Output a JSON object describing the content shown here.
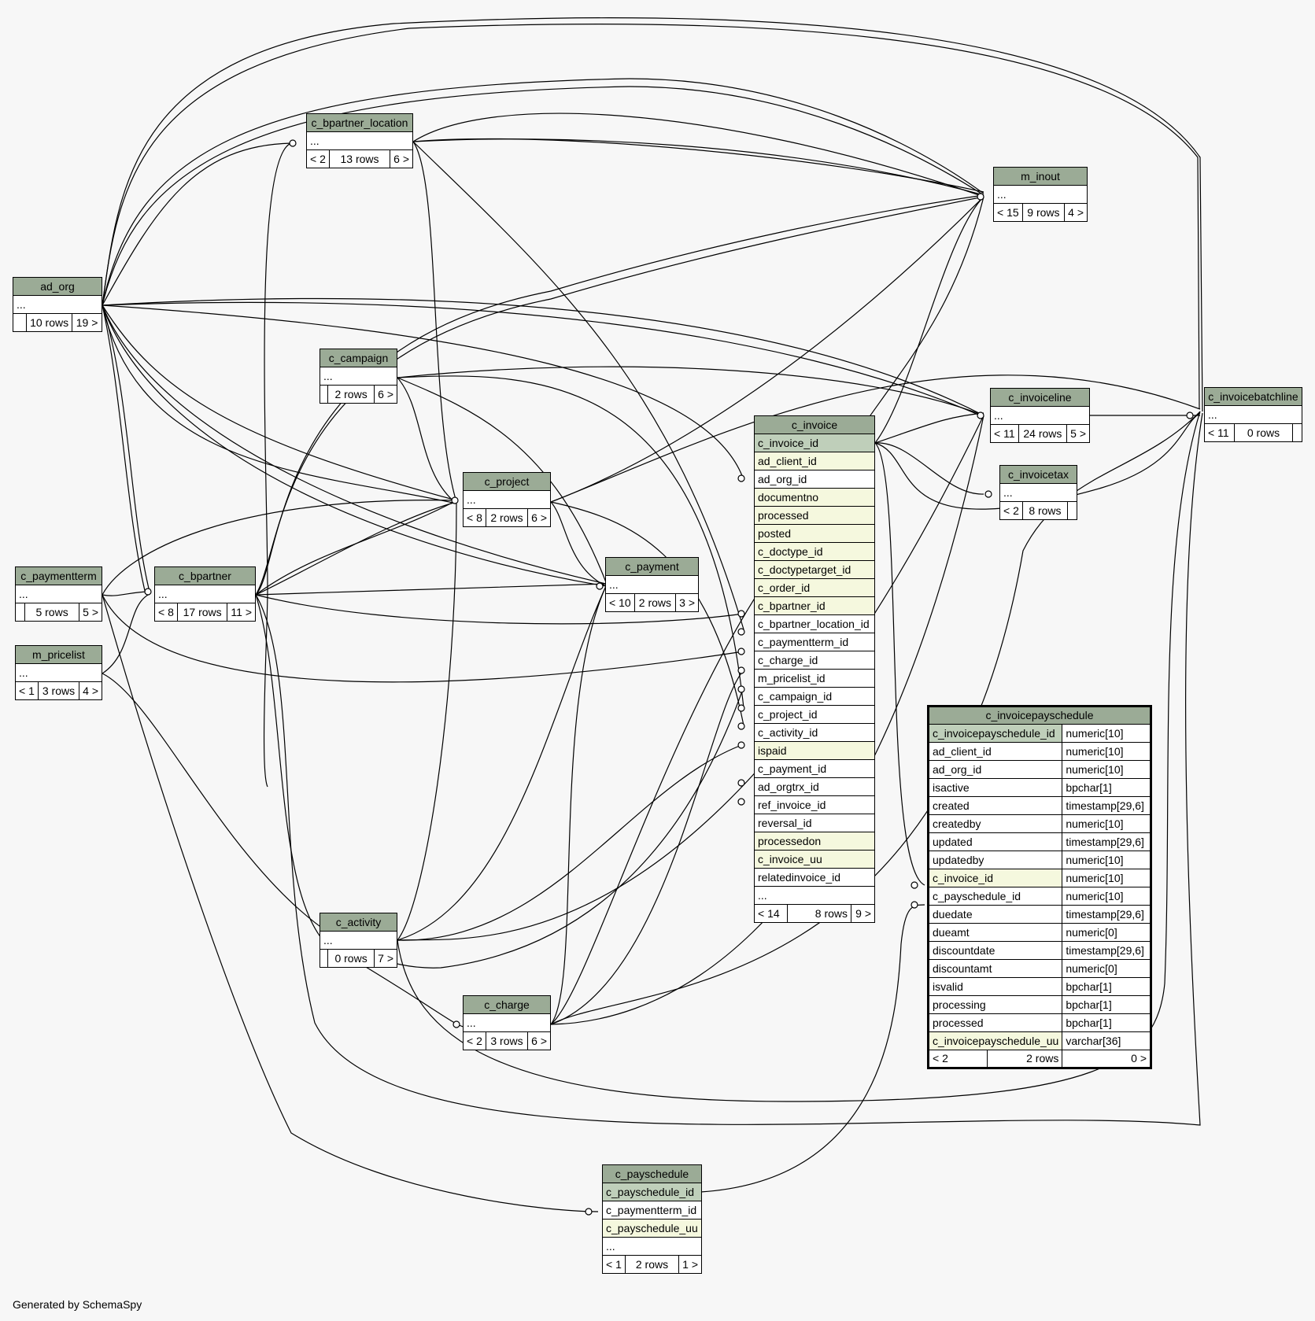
{
  "footer": "Generated by SchemaSpy",
  "tables": {
    "ad_org": {
      "name": "ad_org",
      "fields": [
        "..."
      ],
      "stats": [
        "",
        "10 rows",
        "19 >"
      ]
    },
    "c_bpartner_location": {
      "name": "c_bpartner_location",
      "fields": [
        "..."
      ],
      "stats": [
        "< 2",
        "13 rows",
        "6 >"
      ]
    },
    "m_inout": {
      "name": "m_inout",
      "fields": [
        "..."
      ],
      "stats": [
        "< 15",
        "9 rows",
        "4 >"
      ]
    },
    "c_campaign": {
      "name": "c_campaign",
      "fields": [
        "..."
      ],
      "stats": [
        "",
        "2 rows",
        "6 >"
      ]
    },
    "c_invoiceline": {
      "name": "c_invoiceline",
      "fields": [
        "..."
      ],
      "stats": [
        "< 11",
        "24 rows",
        "5 >"
      ]
    },
    "c_invoicebatchline": {
      "name": "c_invoicebatchline",
      "fields": [
        "..."
      ],
      "stats": [
        "< 11",
        "0 rows",
        ""
      ]
    },
    "c_invoicetax": {
      "name": "c_invoicetax",
      "fields": [
        "..."
      ],
      "stats": [
        "< 2",
        "8 rows",
        ""
      ]
    },
    "c_project": {
      "name": "c_project",
      "fields": [
        "..."
      ],
      "stats": [
        "< 8",
        "2 rows",
        "6 >"
      ]
    },
    "c_paymentterm": {
      "name": "c_paymentterm",
      "fields": [
        "..."
      ],
      "stats": [
        "",
        "5 rows",
        "5 >"
      ]
    },
    "c_bpartner": {
      "name": "c_bpartner",
      "fields": [
        "..."
      ],
      "stats": [
        "< 8",
        "17 rows",
        "11 >"
      ]
    },
    "c_payment": {
      "name": "c_payment",
      "fields": [
        "..."
      ],
      "stats": [
        "< 10",
        "2 rows",
        "3 >"
      ]
    },
    "m_pricelist": {
      "name": "m_pricelist",
      "fields": [
        "..."
      ],
      "stats": [
        "< 1",
        "3 rows",
        "4 >"
      ]
    },
    "c_activity": {
      "name": "c_activity",
      "fields": [
        "..."
      ],
      "stats": [
        "",
        "0 rows",
        "7 >"
      ]
    },
    "c_charge": {
      "name": "c_charge",
      "fields": [
        "..."
      ],
      "stats": [
        "< 2",
        "3 rows",
        "6 >"
      ]
    },
    "c_invoice": {
      "name": "c_invoice",
      "fields": [
        "c_invoice_id",
        "ad_client_id",
        "ad_org_id",
        "documentno",
        "processed",
        "posted",
        "c_doctype_id",
        "c_doctypetarget_id",
        "c_order_id",
        "c_bpartner_id",
        "c_bpartner_location_id",
        "c_paymentterm_id",
        "c_charge_id",
        "m_pricelist_id",
        "c_campaign_id",
        "c_project_id",
        "c_activity_id",
        "ispaid",
        "c_payment_id",
        "ad_orgtrx_id",
        "ref_invoice_id",
        "reversal_id",
        "processedon",
        "c_invoice_uu",
        "relatedinvoice_id",
        "..."
      ],
      "stats": [
        "< 14",
        "8 rows",
        "9 >"
      ]
    },
    "c_payschedule": {
      "name": "c_payschedule",
      "fields": [
        "c_payschedule_id",
        "c_paymentterm_id",
        "c_payschedule_uu",
        "..."
      ],
      "stats": [
        "< 1",
        "2 rows",
        "1 >"
      ]
    },
    "c_invoicepayschedule": {
      "name": "c_invoicepayschedule",
      "fields": [
        "c_invoicepayschedule_id",
        "ad_client_id",
        "ad_org_id",
        "isactive",
        "created",
        "createdby",
        "updated",
        "updatedby",
        "c_invoice_id",
        "c_payschedule_id",
        "duedate",
        "dueamt",
        "discountdate",
        "discountamt",
        "isvalid",
        "processing",
        "processed",
        "c_invoicepayschedule_uu"
      ],
      "types": [
        "numeric[10]",
        "numeric[10]",
        "numeric[10]",
        "bpchar[1]",
        "timestamp[29,6]",
        "numeric[10]",
        "timestamp[29,6]",
        "numeric[10]",
        "numeric[10]",
        "numeric[10]",
        "timestamp[29,6]",
        "numeric[0]",
        "timestamp[29,6]",
        "numeric[0]",
        "bpchar[1]",
        "bpchar[1]",
        "bpchar[1]",
        "varchar[36]"
      ],
      "stats": [
        "< 2",
        "2 rows",
        "0 >"
      ]
    }
  }
}
